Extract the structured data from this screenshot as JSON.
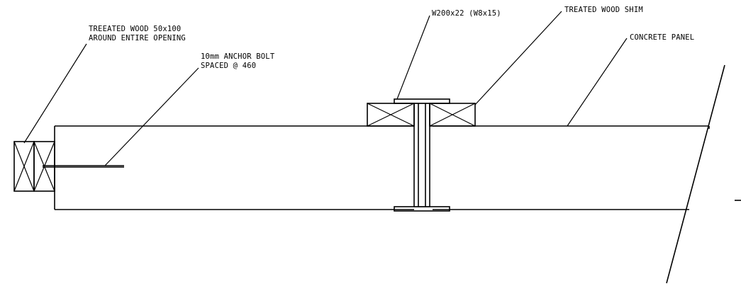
{
  "labels": {
    "wood_frame": [
      "TREEATED WOOD 50x100",
      "AROUND ENTIRE OPENING"
    ],
    "anchor_bolt": [
      "10mm ANCHOR BOLT",
      "SPACED @ 460"
    ],
    "steel_beam": "W200x22 (W8x15)",
    "wood_shim": "TREATED WOOD SHIM",
    "concrete_panel": "CONCRETE PANEL"
  },
  "colors": {
    "line": "#000000",
    "background": "#ffffff"
  }
}
